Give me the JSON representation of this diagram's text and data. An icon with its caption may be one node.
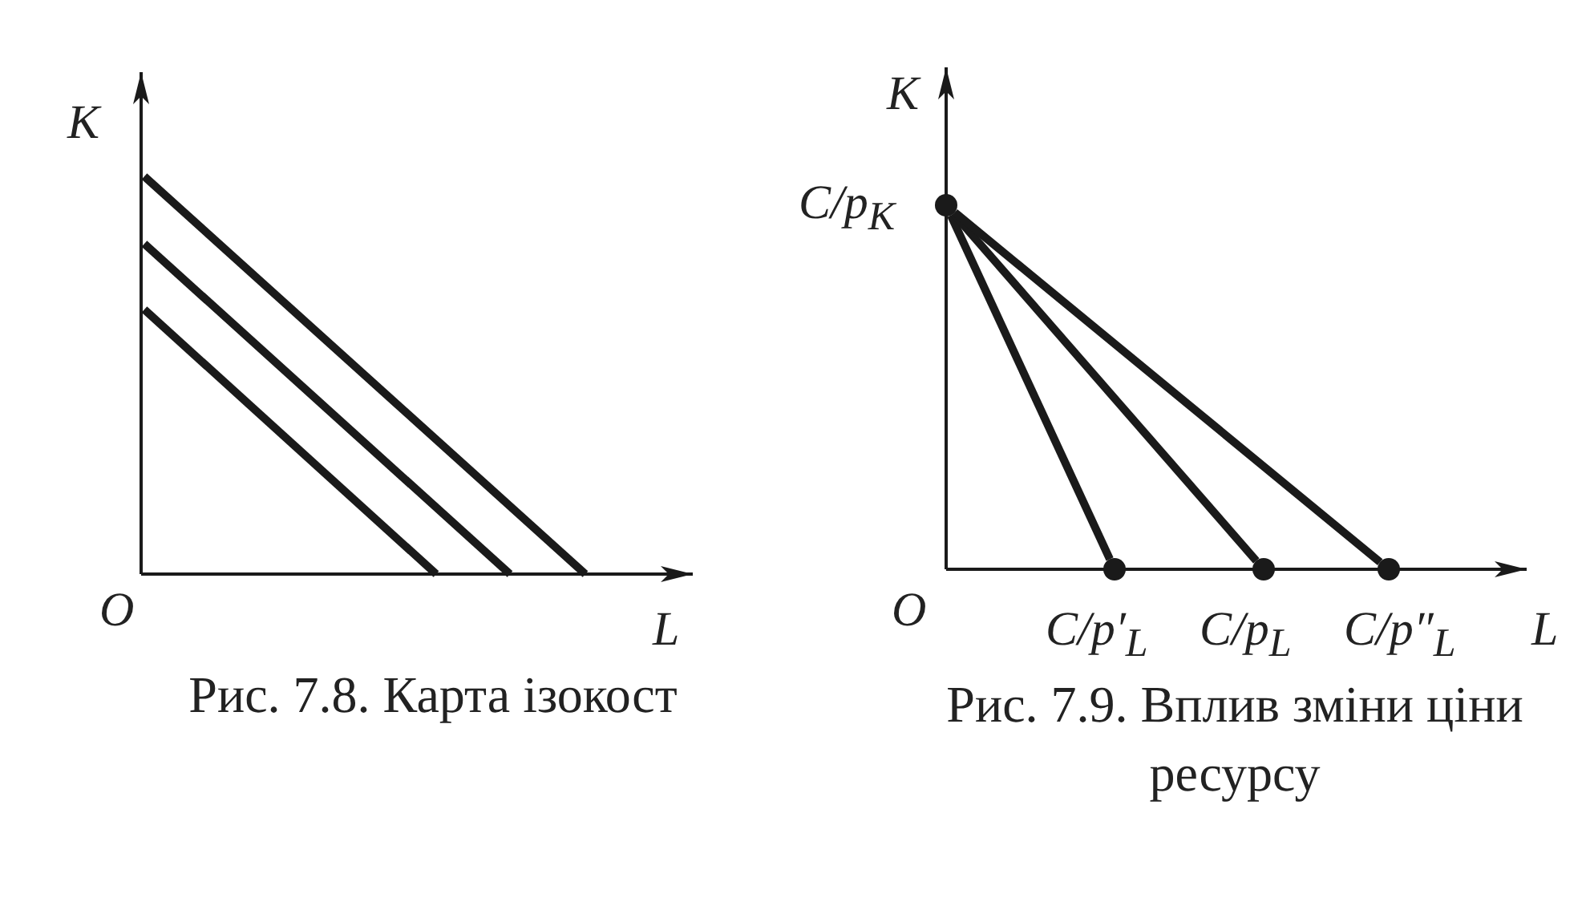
{
  "diagram": {
    "nodes": [
      {
        "text": [],
        "shape": "circle",
        "beside": [
          "C/p$_{K}$"
        ]
      },
      {
        "text": [],
        "shape": "circle",
        "beside": [
          "C/p′$_{L}$"
        ]
      },
      {
        "text": [],
        "shape": "circle",
        "beside": [
          "C/p$_{L}$"
        ]
      },
      {
        "text": [],
        "shape": "circle",
        "beside": [
          "C/p″$_{L}$"
        ]
      }
    ],
    "edges": [
      {
        "from": 0,
        "to": 1,
        "arrow": "none"
      },
      {
        "from": 0,
        "to": 2,
        "arrow": "none"
      },
      {
        "from": 0,
        "to": 3,
        "arrow": "none"
      }
    ],
    "labels": [
      "K",
      "O",
      "L",
      "Рис. 7.8. Карта ізокост",
      "K",
      "O",
      "L",
      "Рис. 7.9. Вплив зміни ціни ресурсу"
    ]
  }
}
